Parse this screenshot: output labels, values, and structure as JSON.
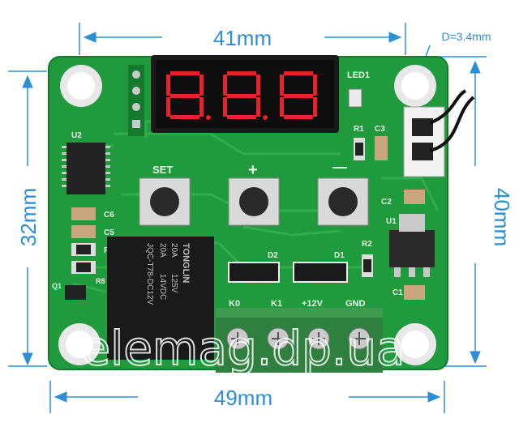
{
  "dimensions": {
    "width_label": "41mm",
    "height_label": "32mm",
    "outer_height_label": "40mm",
    "outer_width_label": "49mm",
    "hole_label": "D=3.4mm"
  },
  "board": {
    "led_label": "LED1",
    "silk": {
      "u2": "U2",
      "r1": "R1",
      "c3": "C3",
      "set": "SET",
      "plus": "+",
      "minus": "—",
      "c6": "C6",
      "c5": "C5",
      "r": "R",
      "c2": "C2",
      "u1": "U1",
      "r2": "R2",
      "d2": "D2",
      "d1": "D1",
      "q1": "Q1",
      "r8": "R8",
      "c1": "C1",
      "k0": "K0",
      "k1": "K1",
      "v12": "+12V",
      "gnd": "GND"
    },
    "relay": {
      "brand": "TONGLIN",
      "ratings": [
        "20A",
        "20A",
        "125V",
        "14VDC"
      ],
      "model": "JQC-T78-DC12V"
    }
  },
  "watermark": "elemag.dp.ua",
  "colors": {
    "dimension": "#2b8fd6",
    "pcb": "#1f9a3c",
    "display_segment": "#e8212a",
    "terminal": "#2f7f3f"
  }
}
